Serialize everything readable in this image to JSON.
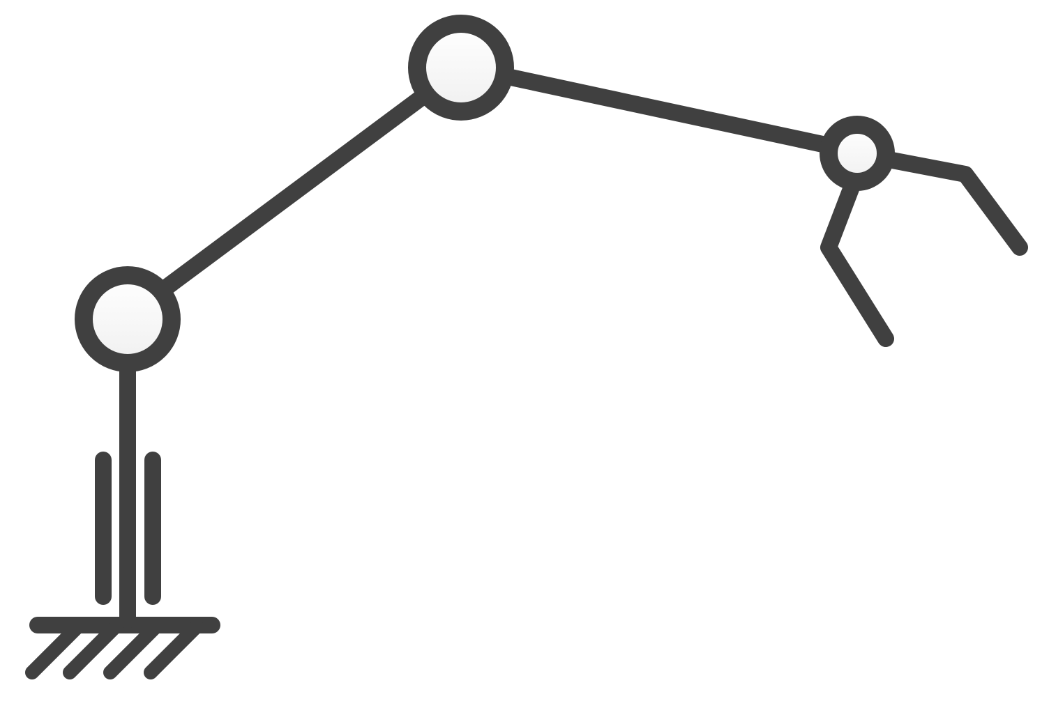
{
  "diagram": {
    "stroke_color": "#404040",
    "joint_fill_top": "#ffffff",
    "joint_fill_bottom": "#f0f0f0",
    "background": "#ffffff",
    "elements": [
      "ground-base",
      "vertical-guide-rails",
      "base-column",
      "shoulder-joint",
      "upper-arm-link",
      "elbow-joint",
      "forearm-link",
      "wrist-joint",
      "gripper-finger-upper",
      "gripper-finger-lower"
    ]
  }
}
